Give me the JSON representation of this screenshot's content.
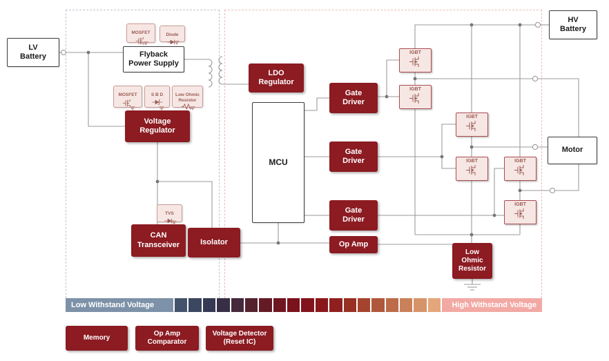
{
  "palette": {
    "dark_red": "#8C1B22",
    "chip_bg": "#F7E7E4",
    "chip_border": "#C79B96",
    "chip_text": "#9A5B55",
    "igbt_border": "#A84A4E",
    "wire": "#9A9A9A",
    "low_bar": "#7D92A8",
    "high_bar": "#F2A9A4",
    "dashed_low": "#BCC5CE",
    "dashed_high": "#EBBCB8",
    "box_border": "#3A3A3A"
  },
  "blocks": {
    "lv_battery": "LV\nBattery",
    "hv_battery": "HV\nBattery",
    "flyback": "Flyback\nPower Supply",
    "ldo": "LDO\nRegulator",
    "mcu": "MCU",
    "voltage_regulator": "Voltage\nRegulator",
    "can_transceiver": "CAN\nTransceiver",
    "isolator": "Isolator",
    "gate_driver": "Gate\nDriver",
    "op_amp": "Op Amp",
    "igbt": "IGBT",
    "low_ohmic_resistor": "Low\nOhmic\nResistor",
    "motor": "Motor"
  },
  "chips": {
    "mosfet": "MOSFET",
    "diode": "Diode",
    "sbd": "S B D",
    "low_ohmic": "Low Ohmic\nResistor",
    "tvs": "TVS"
  },
  "voltage_bar": {
    "low_label": "Low Withstand Voltage",
    "high_label": "High Withstand Voltage",
    "segments": [
      "#43536B",
      "#3B4660",
      "#343A54",
      "#382F46",
      "#45293A",
      "#54222E",
      "#641B26",
      "#701620",
      "#7A131C",
      "#82141B",
      "#89181C",
      "#90201F",
      "#983024",
      "#A4442F",
      "#B0583C",
      "#BD6C4A",
      "#CA8059",
      "#D79369",
      "#E4A67A"
    ]
  },
  "legend": {
    "memory": "Memory",
    "op_amp_comparator": "Op Amp\nComparator",
    "voltage_detector": "Voltage Detector\n(Reset IC)"
  }
}
